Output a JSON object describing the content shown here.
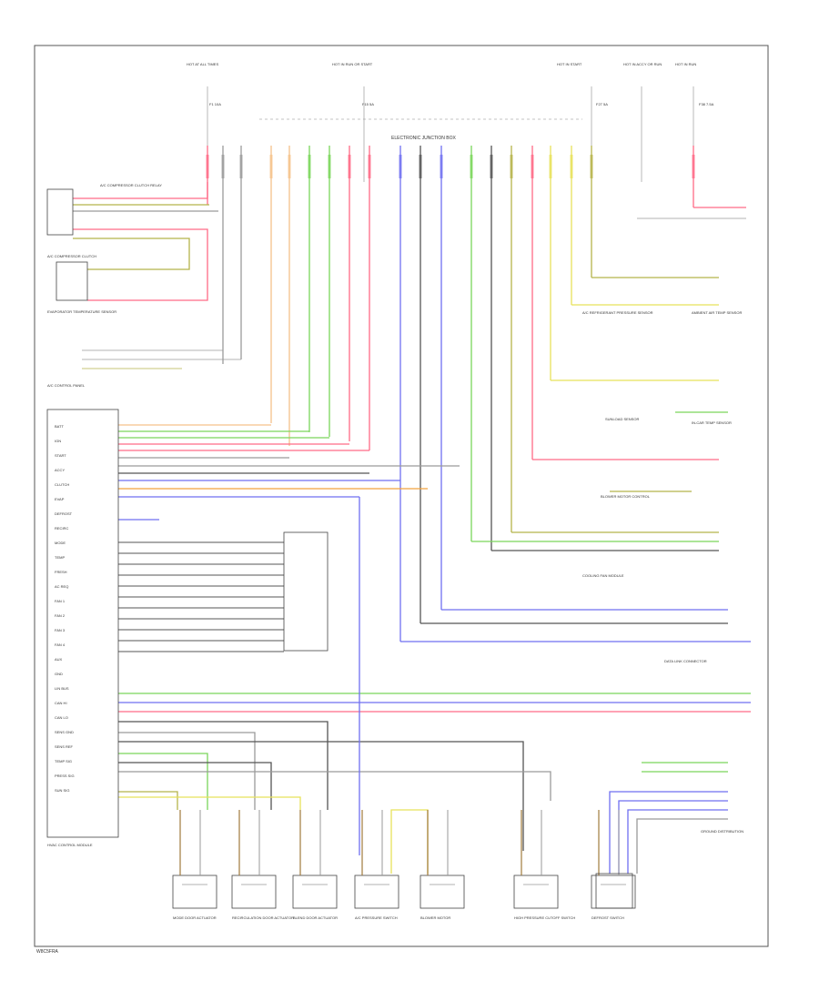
{
  "figure_code": "W8C5FRA",
  "colors": {
    "pink": "#ff6a86",
    "orange": "#f2a23d",
    "lightorange": "#f5c18a",
    "green": "#7ad55a",
    "yellow": "#e8e25a",
    "blue": "#6f6ff0",
    "darkgray": "#555555",
    "gray": "#9a9a9a",
    "brown": "#a07a3c",
    "olive": "#b5b34a"
  },
  "top_labels": [
    "HOT AT ALL TIMES",
    "HOT IN RUN OR START",
    "HOT IN START",
    "HOT IN ACCY OR RUN",
    "HOT IN RUN"
  ],
  "fuse_labels": [
    "F1 10A",
    "F15 5A",
    "F27 5A",
    "F38 7.5A"
  ],
  "module_labels": {
    "ecm": "ELECTRONIC JUNCTION BOX",
    "left_relay": "A/C COMPRESSOR CLUTCH RELAY",
    "left_clutch": "A/C COMPRESSOR CLUTCH",
    "left_sensor": "EVAPORATOR TEMPERATURE SENSOR",
    "left_ctrl": "A/C CONTROL PANEL",
    "hvac_module": "HVAC CONTROL MODULE",
    "right_pressure": "A/C REFRIGERANT PRESSURE SENSOR",
    "right_ambient": "AMBIENT AIR TEMP SENSOR",
    "right_sun": "SUNLOAD SENSOR",
    "right_cabin": "IN-CAR TEMP SENSOR",
    "right_blower": "BLOWER MOTOR CONTROL",
    "right_fan": "COOLING FAN MODULE",
    "right_bus": "DATA LINK CONNECTOR",
    "right_ground": "GROUND DISTRIBUTION"
  },
  "pin_labels_left": [
    "BATT",
    "IGN",
    "START",
    "ACCY",
    "CLUTCH",
    "EVAP",
    "DEFROST",
    "RECIRC",
    "MODE",
    "TEMP",
    "FRESH",
    "AC REQ",
    "FAN 1",
    "FAN 2",
    "FAN 3",
    "FAN 4",
    "AUX",
    "GND",
    "LIN BUS",
    "CAN HI",
    "CAN LO",
    "SENS GND",
    "SENS REF",
    "TEMP SIG",
    "PRESS SIG",
    "SUN SIG"
  ],
  "bottom_components": [
    "MODE DOOR ACTUATOR",
    "RECIRCULATION DOOR ACTUATOR",
    "BLEND DOOR ACTUATOR",
    "A/C PRESSURE SWITCH",
    "BLOWER MOTOR",
    "HIGH PRESSURE CUTOFF SWITCH",
    "DEFROST SWITCH"
  ]
}
